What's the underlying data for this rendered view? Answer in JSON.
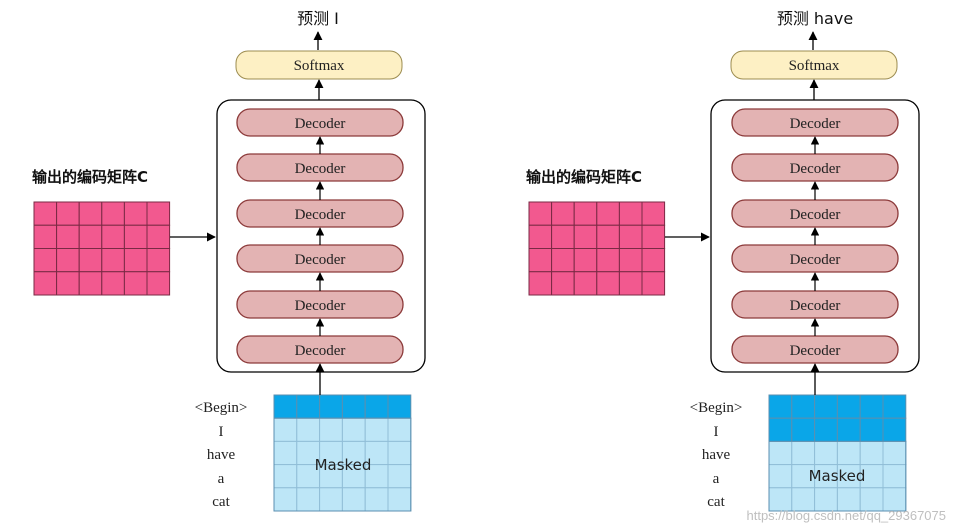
{
  "panels": [
    {
      "prediction_label": "预测 I",
      "softmax_label": "Softmax",
      "decoders": [
        "Decoder",
        "Decoder",
        "Decoder",
        "Decoder",
        "Decoder",
        "Decoder"
      ],
      "encoding_matrix_label": "输出的编码矩阵C",
      "input_tokens": [
        "<Begin>",
        "I",
        "have",
        "a",
        "cat"
      ],
      "mask_label": "Masked",
      "unmasked_rows": 1
    },
    {
      "prediction_label": "预测 have",
      "softmax_label": "Softmax",
      "decoders": [
        "Decoder",
        "Decoder",
        "Decoder",
        "Decoder",
        "Decoder",
        "Decoder"
      ],
      "encoding_matrix_label": "输出的编码矩阵C",
      "input_tokens": [
        "<Begin>",
        "I",
        "have",
        "a",
        "cat"
      ],
      "mask_label": "Masked",
      "unmasked_rows": 2
    }
  ],
  "watermark": "https://blog.csdn.net/qq_29367075",
  "colors": {
    "decoder_fill": "#e3b3b3",
    "decoder_stroke": "#8c3a3a",
    "softmax_fill": "#fdf0c4",
    "softmax_stroke": "#9c8c50",
    "matrix_fill": "#f2598f",
    "mask_fill": "#bde6f7",
    "unmasked_fill": "#0aa6e8",
    "line": "#000000"
  }
}
